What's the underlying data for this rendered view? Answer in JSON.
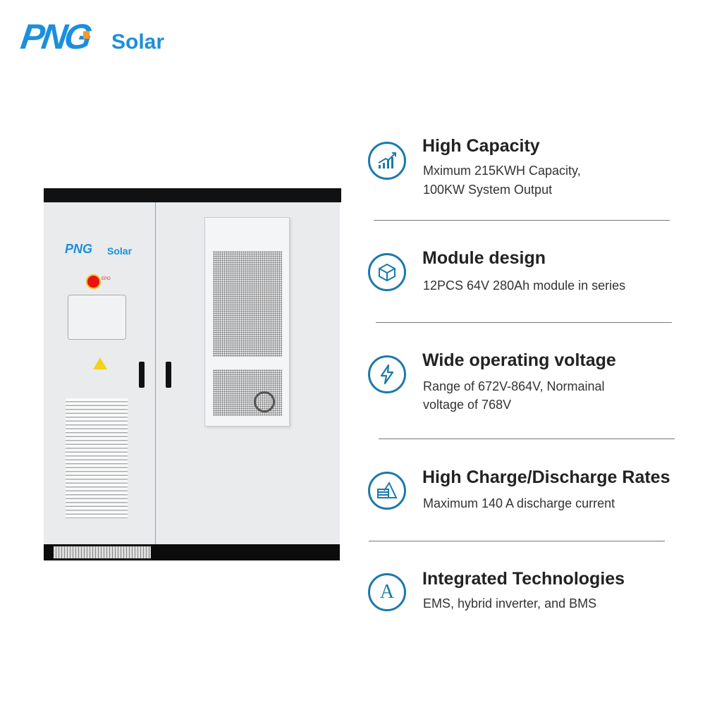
{
  "brand": {
    "logo_mark": "PNG",
    "logo_word": "Solar",
    "color": "#1c8fdc"
  },
  "product": {
    "door_logo_mark": "PNG",
    "door_logo_word": "Solar",
    "epo_label": "EPO"
  },
  "accent_color": "#1b79ac",
  "features": [
    {
      "icon": "bar-chart-growth-icon",
      "title": "High Capacity",
      "lines": [
        "Mximum 215KWH Capacity,",
        "100KW System Output"
      ]
    },
    {
      "icon": "cube-icon",
      "title": "Module design",
      "lines": [
        "12PCS 64V 280Ah module in series"
      ]
    },
    {
      "icon": "lightning-bolt-icon",
      "title": "Wide operating voltage",
      "lines": [
        "Range of 672V-864V, Normainal",
        "voltage of 768V"
      ]
    },
    {
      "icon": "battery-stack-icon",
      "title": "High Charge/Discharge Rates",
      "lines": [
        "Maximum 140 A  discharge current"
      ]
    },
    {
      "icon": "letter-a-icon",
      "title": "Integrated Technologies",
      "lines": [
        "EMS, hybrid inverter, and BMS"
      ]
    }
  ]
}
